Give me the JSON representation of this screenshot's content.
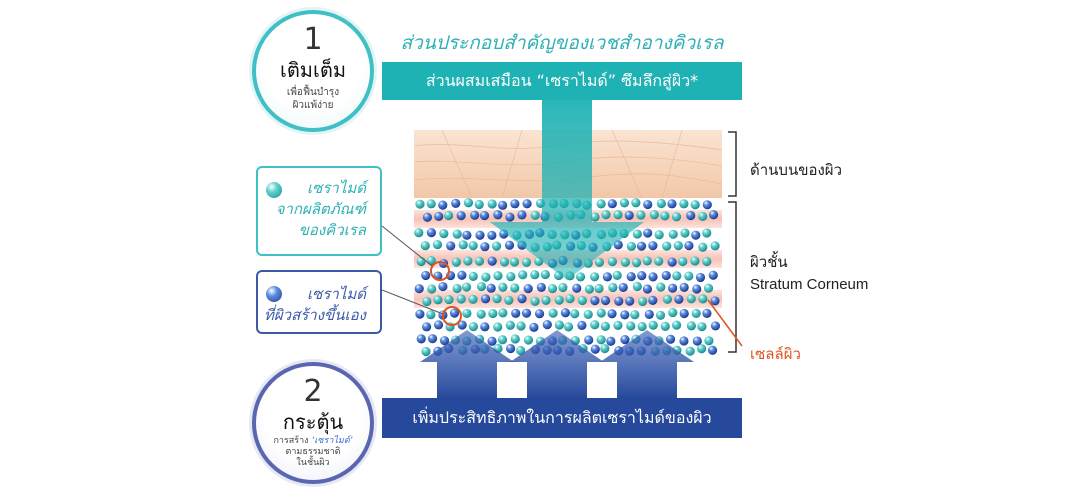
{
  "header": {
    "title": "ส่วนประกอบสำคัญของเวชสำอางคิวเรล",
    "bar_text": "ส่วนผสมเสมือน “เซราไมด์” ซึมลึกสู่ผิว*"
  },
  "footer": {
    "bar_text": "เพิ่มประสิทธิภาพในการผลิตเซราไมด์ของผิว"
  },
  "step1": {
    "number": "1",
    "title": "เติมเต็ม",
    "subtitle_line1": "เพื่อฟื้นบำรุง",
    "subtitle_line2": "ผิวแพ้ง่าย"
  },
  "step2": {
    "number": "2",
    "title": "กระตุ้น",
    "subtitle_prefix": "การสร้าง ",
    "subtitle_highlight": "‘เซราไมด์’",
    "subtitle_line2": "ตามธรรมชาติ",
    "subtitle_line3": "ในชั้นผิว"
  },
  "legend": {
    "product_ceramide_line1": "เซราไมด์",
    "product_ceramide_line2": "จากผลิตภัณฑ์",
    "product_ceramide_line3": "ของคิวเรล",
    "skin_ceramide_line1": "เซราไมด์",
    "skin_ceramide_line2": "ที่ผิวสร้างขึ้นเอง"
  },
  "labels": {
    "upper_skin": "ด้านบนของผิว",
    "stratum_th": "ผิวชั้น",
    "stratum_en": "Stratum Corneum",
    "skin_cell": "เซลล์ผิว"
  },
  "colors": {
    "teal": "#1fb2b4",
    "navy": "#27499b",
    "orange": "#e0531f"
  }
}
